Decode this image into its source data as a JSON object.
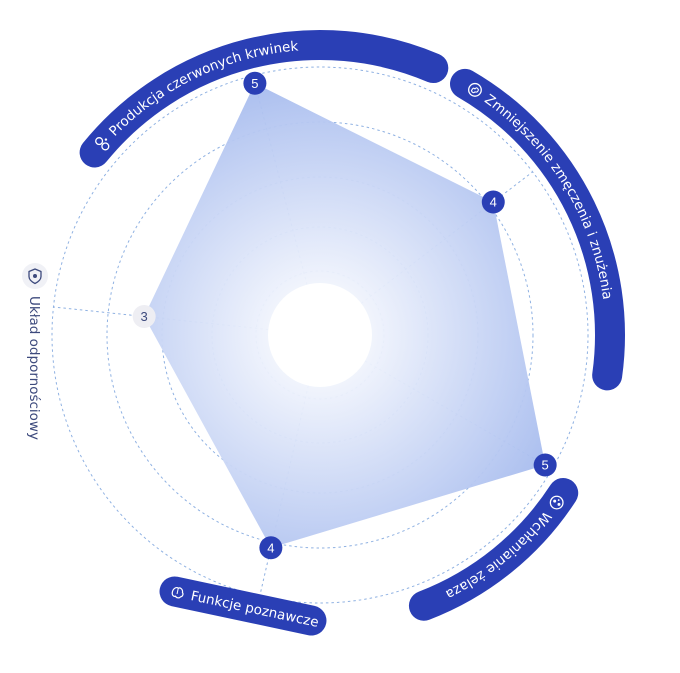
{
  "chart_data": {
    "type": "radar",
    "min": 0,
    "max": 5,
    "rings": [
      1,
      2,
      3,
      4,
      5
    ],
    "axes": [
      {
        "label": "Produkcja czerwonych krwinek",
        "value": 5,
        "highlighted": true,
        "icon": "blood-cells-icon"
      },
      {
        "label": "Zmniejszenie zmęczenia i znużenia",
        "value": 4,
        "highlighted": true,
        "icon": "brain-circle-icon"
      },
      {
        "label": "Wchłanianie żelaza",
        "value": 5,
        "highlighted": true,
        "icon": "iron-absorption-icon"
      },
      {
        "label": "Funkcje poznawcze",
        "value": 4,
        "highlighted": true,
        "icon": "brain-icon"
      },
      {
        "label": "Układ odpornościowy",
        "value": 3,
        "highlighted": false,
        "icon": "shield-icon"
      }
    ],
    "colors": {
      "accent": "#2a3fb5",
      "fill": "#9fb5ec",
      "grid": "#8fb1e2",
      "muted_text": "#3d4a7d",
      "muted_badge": "#eeeef3"
    }
  }
}
